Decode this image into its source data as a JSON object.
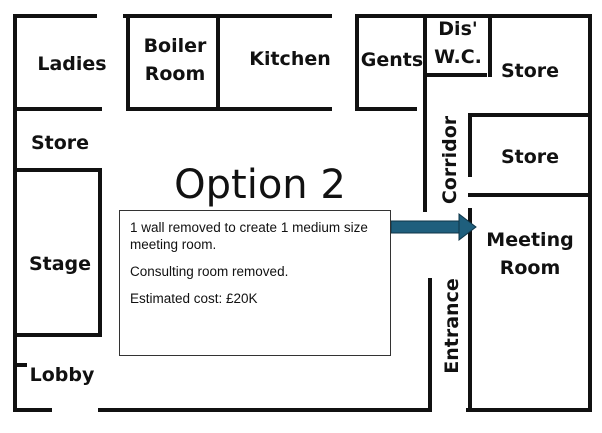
{
  "title": "Option 2",
  "rooms": {
    "ladies": "Ladies",
    "boiler_room": "Boiler\nRoom",
    "kitchen": "Kitchen",
    "gents": "Gents",
    "dis_wc": "Dis'\nW.C.",
    "store_top_right": "Store",
    "store_left": "Store",
    "corridor": "Corridor",
    "store_right": "Store",
    "stage": "Stage",
    "meeting_room": "Meeting\nRoom",
    "entrance": "Entrance",
    "lobby": "Lobby"
  },
  "info": {
    "line1": "1 wall removed to create 1 medium size meeting room.",
    "line2": "Consulting room removed.",
    "line3": "Estimated cost:  £20K"
  },
  "colors": {
    "arrow": "#1f5f7d",
    "walls": "#111111"
  },
  "icons": {
    "arrow": "arrow-right-icon"
  }
}
